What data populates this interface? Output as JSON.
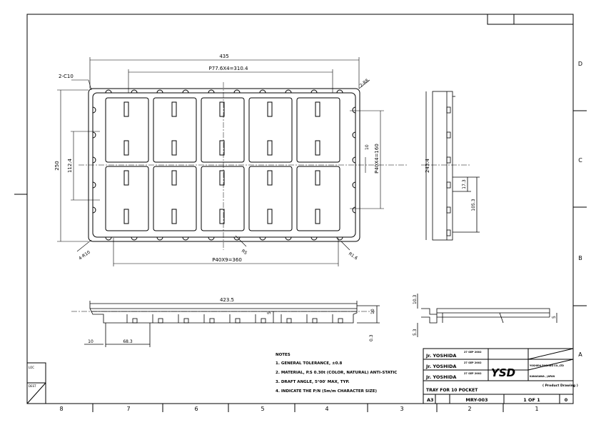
{
  "dimensions": {
    "overall_width": "435",
    "pitch_x4": "P77.6X4=310.4",
    "chamfer": "2-C10",
    "radius_top_right": "2-R8",
    "overall_height": "250",
    "inner_height": "112.4",
    "pitch_y4": "P40X4=160",
    "slot": "10",
    "radius_bottom_left": "4-R10",
    "radius_r5": "R5",
    "radius_r1_6": "R1.6",
    "pitch_x9": "P40X9=360",
    "side_height": "243.4",
    "side_17_3": "17.3",
    "side_105_3": "105.3",
    "front_length": "423.5",
    "front_68_3": "68.3",
    "front_left_10": "10",
    "front_5": "5",
    "front_right_10": "10",
    "front_0_3": "0.3",
    "detail_10_3": "10.3",
    "detail_5_3": "5.3",
    "detail_5": "5"
  },
  "notes": {
    "heading": "NOTES",
    "items": [
      "1. GENERAL TOLERANCE, ±0.8",
      "2. MATERIAL, P.S 0.30t (COLOR, NATURAL) ANTI-STATIC",
      "3. DRAFT ANGLE, 5°00' MAX, TYP.",
      "4. INDICATE THE P/N (5m/m CHARACTER SIZE)"
    ]
  },
  "title_block": {
    "drawn_by": "Jr. YOSHIDA",
    "drawn_date": "27 SEP 2002",
    "checked_by": "Jr. YOSHIDA",
    "checked_date": "27 SEP 2002",
    "approved_by": "Jr. YOSHIDA",
    "approved_date": "27 SEP 2002",
    "logo": "YSD",
    "company": "YOSHIDA PACKING CO.,LTD",
    "location": "KANAGAWA , JAPAN",
    "drawing_type": "( Product Drawing )",
    "title": "TRAY FOR 10 POCKET",
    "size": "A3",
    "drawing_no": "MRY-003",
    "sheet": "1 OF 1",
    "rev": "0"
  },
  "border": {
    "columns": [
      "8",
      "7",
      "6",
      "5",
      "4",
      "3",
      "2",
      "1"
    ],
    "rows": [
      "D",
      "C",
      "B",
      "A"
    ]
  },
  "side_labels": {
    "loc": "LOC",
    "dest": "DEST"
  }
}
